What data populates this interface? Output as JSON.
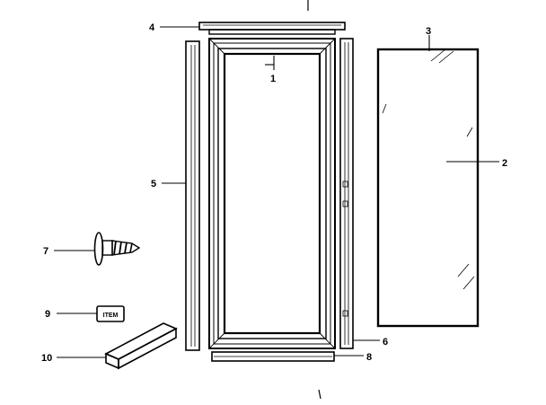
{
  "callouts": {
    "c1": "1",
    "c2": "2",
    "c3": "3",
    "c4": "4",
    "c5": "5",
    "c6": "6",
    "c7": "7",
    "c8": "8",
    "c9": "9",
    "c10": "10"
  },
  "clip_label": "ITEM",
  "colors": {
    "ink": "#000000",
    "paper": "#ffffff"
  }
}
